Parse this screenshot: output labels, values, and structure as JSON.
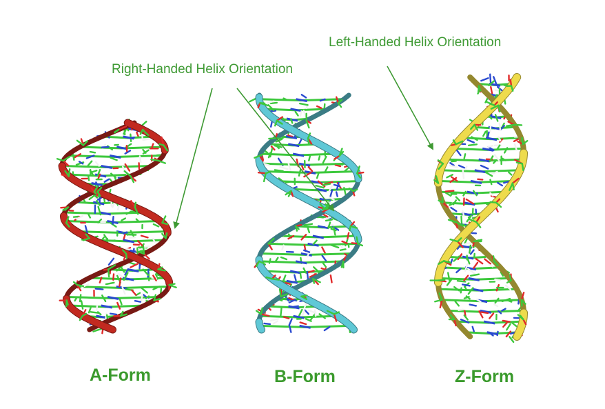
{
  "annotations": {
    "right_handed": "Right-Handed Helix Orientation",
    "left_handed": "Left-Handed Helix Orientation"
  },
  "forms": [
    {
      "label": "A-Form",
      "backbone_color": "#c22a20",
      "handedness": "right"
    },
    {
      "label": "B-Form",
      "backbone_color": "#5fc8d6",
      "handedness": "right"
    },
    {
      "label": "Z-Form",
      "backbone_color": "#eedb4c",
      "handedness": "left"
    }
  ],
  "colors": {
    "annotation": "#3f9a34",
    "stick_carbon": "#3cc83c",
    "stick_oxygen": "#e02a2a",
    "stick_nitrogen": "#2a4ad0",
    "stick_hydrogen": "#f2f2f2"
  }
}
